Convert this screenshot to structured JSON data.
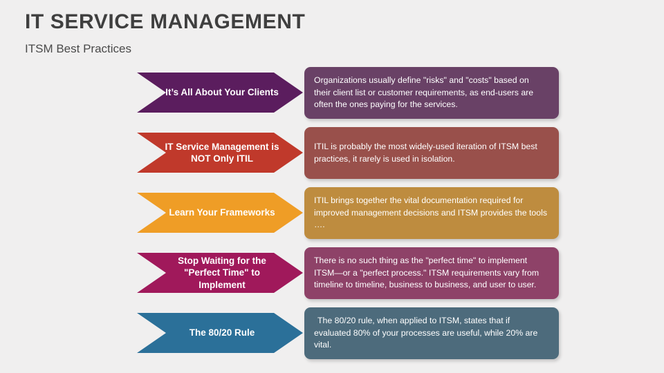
{
  "header": {
    "title": "IT SERVICE MANAGEMENT",
    "subtitle": "ITSM Best Practices"
  },
  "colors": {
    "background": "#f0efef",
    "title_text": "#3f3f3f",
    "subtitle_text": "#4a4a4a"
  },
  "rows": [
    {
      "label": "It’s All About Your Clients",
      "description": "Organizations usually define \"risks\" and \"costs\" based on their client list or customer requirements, as end-users are often the ones paying for the services.",
      "arrow_color": "#5b1d5e",
      "panel_color": "#694166"
    },
    {
      "label": "IT Service Management is NOT Only ITIL",
      "description": "ITIL is probably the most widely-used iteration of ITSM best practices, it rarely is used in isolation.",
      "arrow_color": "#c0392b",
      "panel_color": "#99504b"
    },
    {
      "label": "Learn Your Frameworks",
      "description": "ITIL brings together the vital documentation required for improved management decisions and ITSM provides the tools ….",
      "arrow_color": "#ef9d26",
      "panel_color": "#be8c3f"
    },
    {
      "label": "Stop Waiting for the \"Perfect Time\" to Implement",
      "description": "There is no such thing as the \"perfect time\" to implement ITSM—or a \"perfect process.\" ITSM requirements vary from timeline to timeline, business to business, and user to user.",
      "arrow_color": "#a0195b",
      "panel_color": "#8e4268"
    },
    {
      "label": "The 80/20 Rule",
      "description": "The 80/20 rule, when applied to ITSM, states that if evaluated 80% of your processes are useful, while 20% are vital.",
      "arrow_color": "#2b7099",
      "panel_color": "#4d6b7c"
    }
  ]
}
